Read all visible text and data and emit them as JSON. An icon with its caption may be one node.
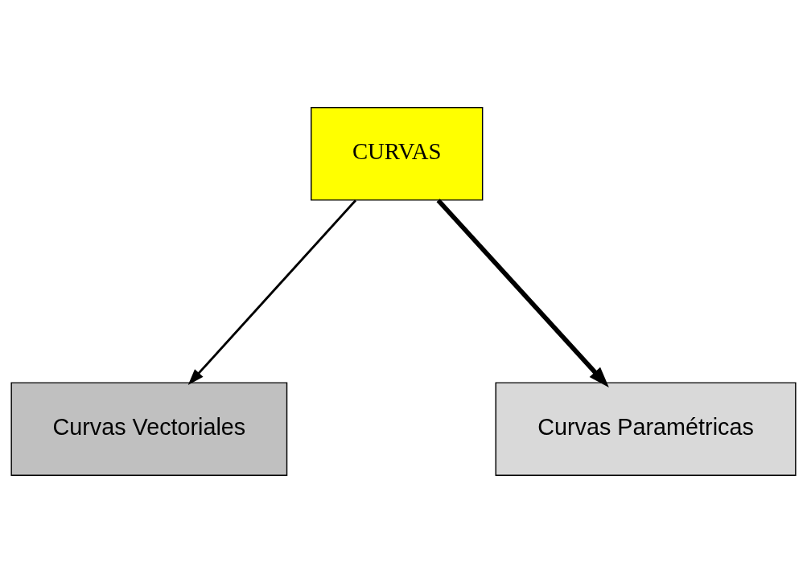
{
  "diagram": {
    "nodes": [
      {
        "text": [
          "CURVAS"
        ]
      },
      {
        "text": [
          "Curvas Vectoriales"
        ]
      },
      {
        "text": [
          "Curvas Paramétricas"
        ]
      }
    ],
    "edges": [
      {
        "from": 0,
        "to": 1,
        "arrow": "to"
      },
      {
        "from": 0,
        "to": 2,
        "arrow": "to",
        "style": "thick"
      }
    ]
  }
}
